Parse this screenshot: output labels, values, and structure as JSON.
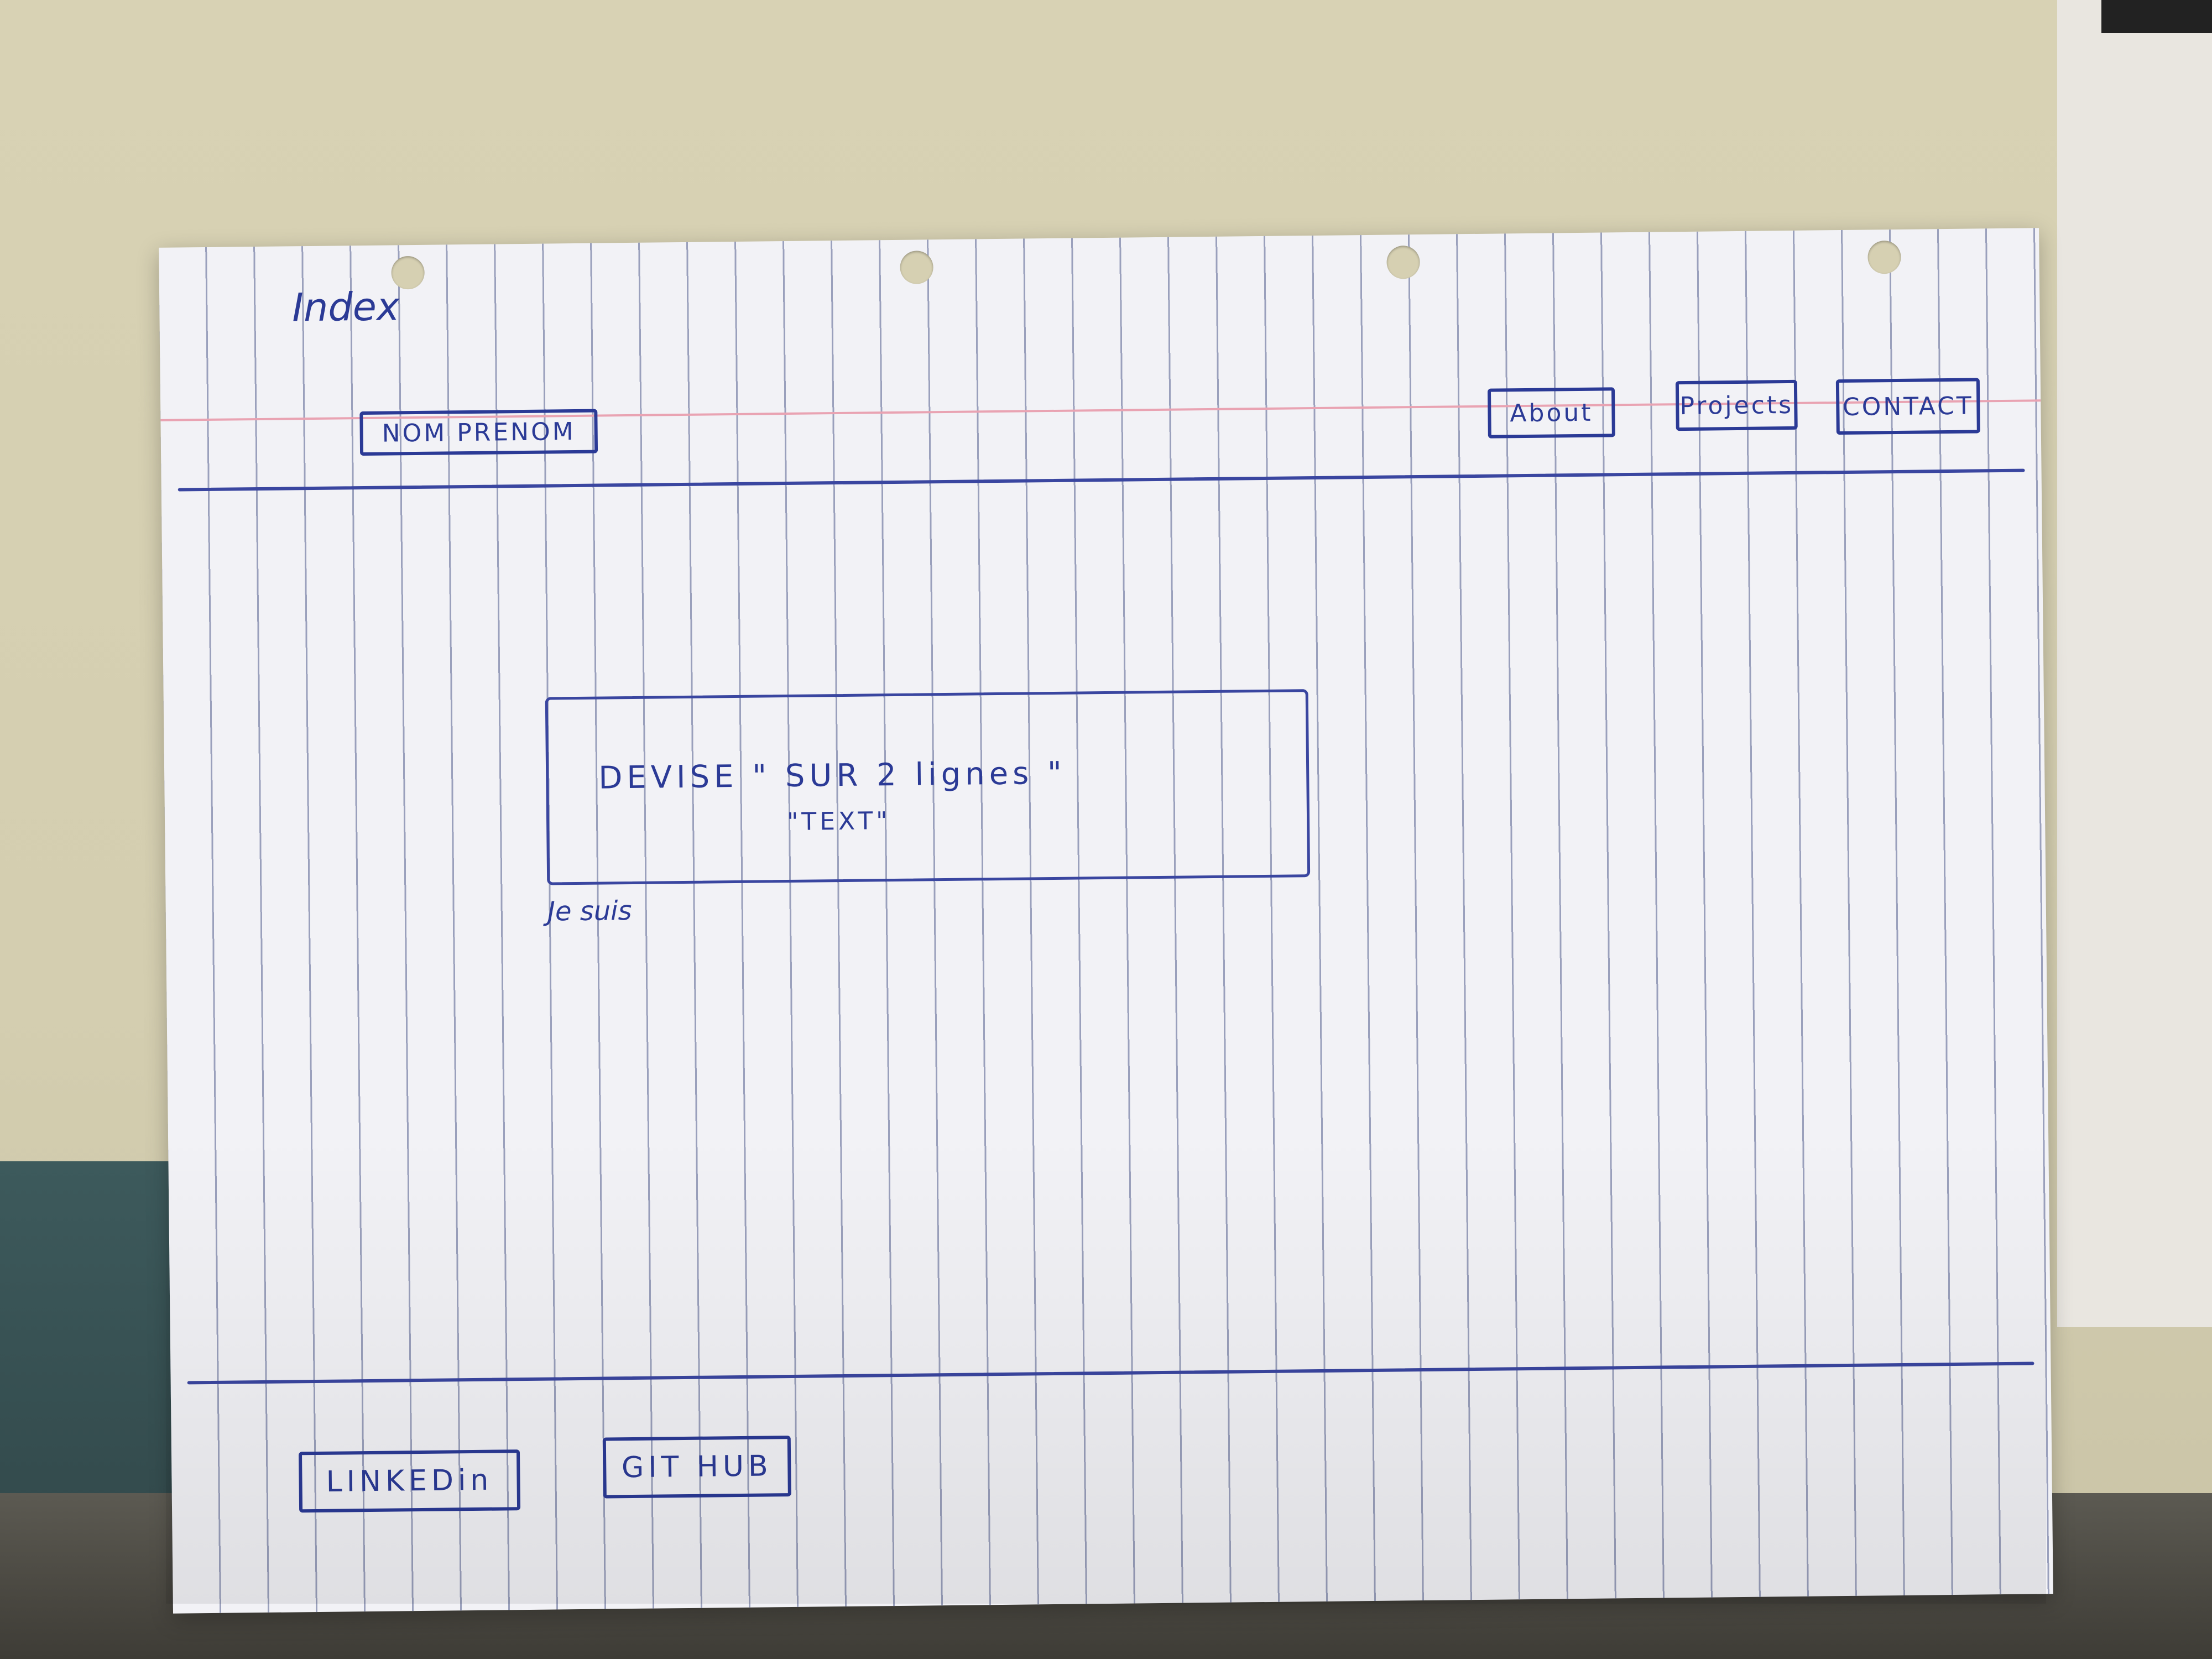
{
  "page": {
    "title": "Index"
  },
  "header": {
    "brand": "NOM  PRENOM",
    "nav": [
      {
        "label": "About"
      },
      {
        "label": "Projects"
      },
      {
        "label": "CONTACT"
      }
    ]
  },
  "hero": {
    "line1": "DEVISE \" SUR 2 lignes \"",
    "line2": "\"TEXT\""
  },
  "caption": "Je suis",
  "footer": {
    "links": [
      {
        "label": "LINKEDin"
      },
      {
        "label": "GIT HUB"
      }
    ]
  }
}
